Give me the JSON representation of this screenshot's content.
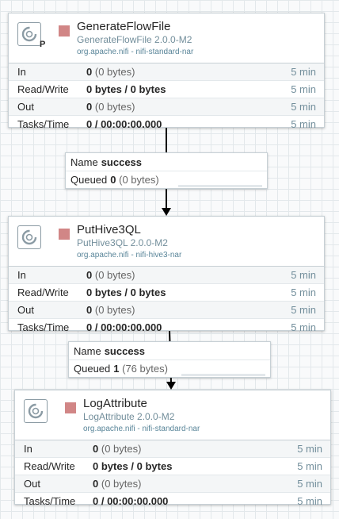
{
  "processors": [
    {
      "name": "GenerateFlowFile",
      "version": "GenerateFlowFile 2.0.0-M2",
      "bundle": "org.apache.nifi - nifi-standard-nar",
      "badge": "P",
      "stats": {
        "in": {
          "label": "In",
          "value": "0",
          "sub": "(0 bytes)",
          "time": "5 min"
        },
        "read_write": {
          "label": "Read/Write",
          "value": "0 bytes / 0 bytes",
          "time": "5 min"
        },
        "out": {
          "label": "Out",
          "value": "0",
          "sub": "(0 bytes)",
          "time": "5 min"
        },
        "tasks_time": {
          "label": "Tasks/Time",
          "value": "0 / 00:00:00.000",
          "time": "5 min"
        }
      }
    },
    {
      "name": "PutHive3QL",
      "version": "PutHive3QL 2.0.0-M2",
      "bundle": "org.apache.nifi - nifi-hive3-nar",
      "stats": {
        "in": {
          "label": "In",
          "value": "0",
          "sub": "(0 bytes)",
          "time": "5 min"
        },
        "read_write": {
          "label": "Read/Write",
          "value": "0 bytes / 0 bytes",
          "time": "5 min"
        },
        "out": {
          "label": "Out",
          "value": "0",
          "sub": "(0 bytes)",
          "time": "5 min"
        },
        "tasks_time": {
          "label": "Tasks/Time",
          "value": "0 / 00:00:00.000",
          "time": "5 min"
        }
      }
    },
    {
      "name": "LogAttribute",
      "version": "LogAttribute 2.0.0-M2",
      "bundle": "org.apache.nifi - nifi-standard-nar",
      "stats": {
        "in": {
          "label": "In",
          "value": "0",
          "sub": "(0 bytes)",
          "time": "5 min"
        },
        "read_write": {
          "label": "Read/Write",
          "value": "0 bytes / 0 bytes",
          "time": "5 min"
        },
        "out": {
          "label": "Out",
          "value": "0",
          "sub": "(0 bytes)",
          "time": "5 min"
        },
        "tasks_time": {
          "label": "Tasks/Time",
          "value": "0 / 00:00:00.000",
          "time": "5 min"
        }
      }
    }
  ],
  "connections": [
    {
      "name_label": "Name",
      "name": "success",
      "queued_label": "Queued",
      "queued_count": "0",
      "queued_size": "(0 bytes)"
    },
    {
      "name_label": "Name",
      "name": "success",
      "queued_label": "Queued",
      "queued_count": "1",
      "queued_size": "(76 bytes)"
    }
  ],
  "colors": {
    "stopped": "#d18686",
    "connection_line": "#000000"
  }
}
